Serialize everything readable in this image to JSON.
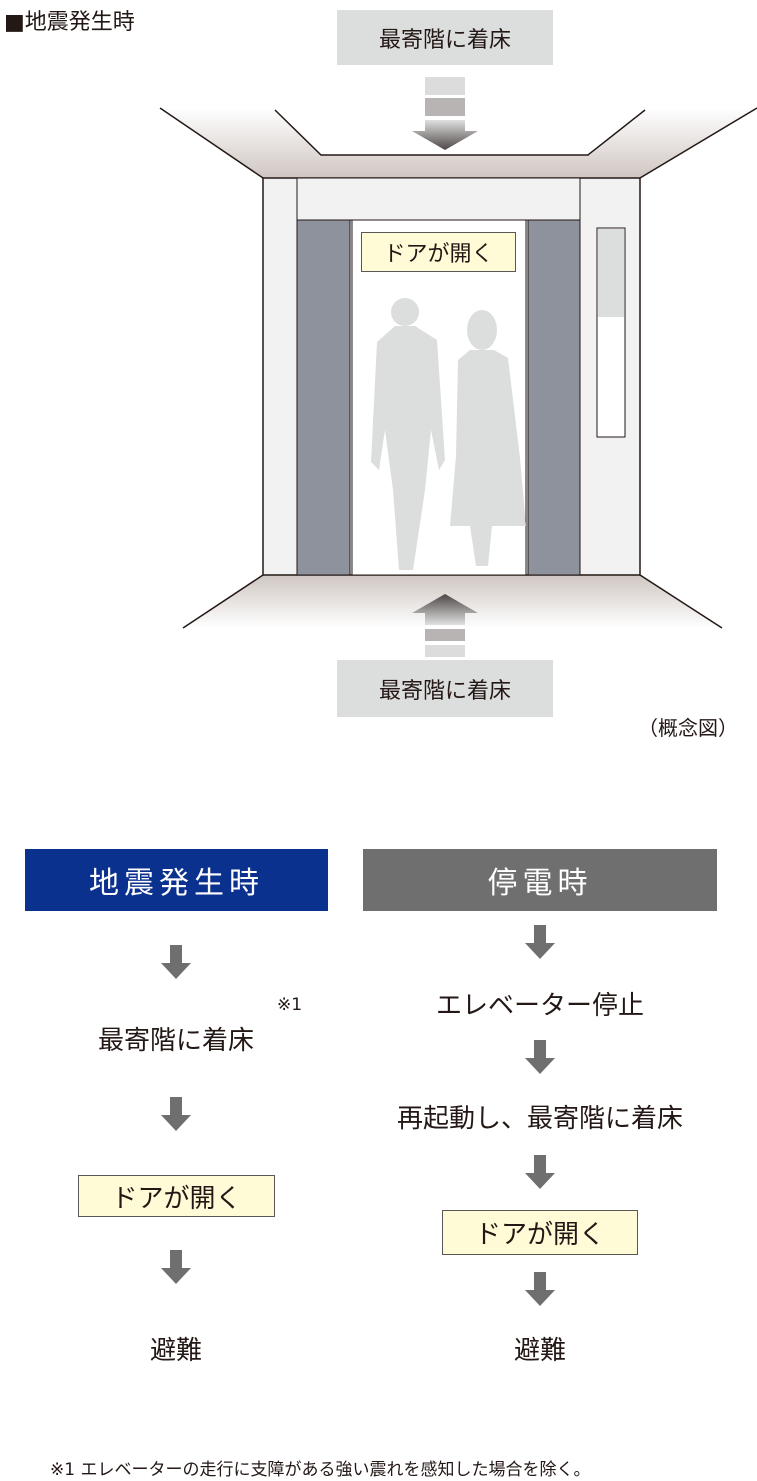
{
  "title": "■地震発生時",
  "diagram": {
    "top_label": "最寄階に着床",
    "door_label": "ドアが開く",
    "bottom_label": "最寄階に着床",
    "note": "（概念図）"
  },
  "earthquake": {
    "header": "地震発生時",
    "step1": "最寄階に着床",
    "step1_note": "※1",
    "step2": "ドアが開く",
    "step3": "避難",
    "color": "#0b318f"
  },
  "blackout": {
    "header": "停電時",
    "step1": "エレベーター停止",
    "step2": "再起動し、最寄階に着床",
    "step3": "ドアが開く",
    "step4": "避難",
    "color": "#6f6f6f"
  },
  "footnote": "※1 エレベーターの走行に支障がある強い震れを感知した場合を除く。"
}
